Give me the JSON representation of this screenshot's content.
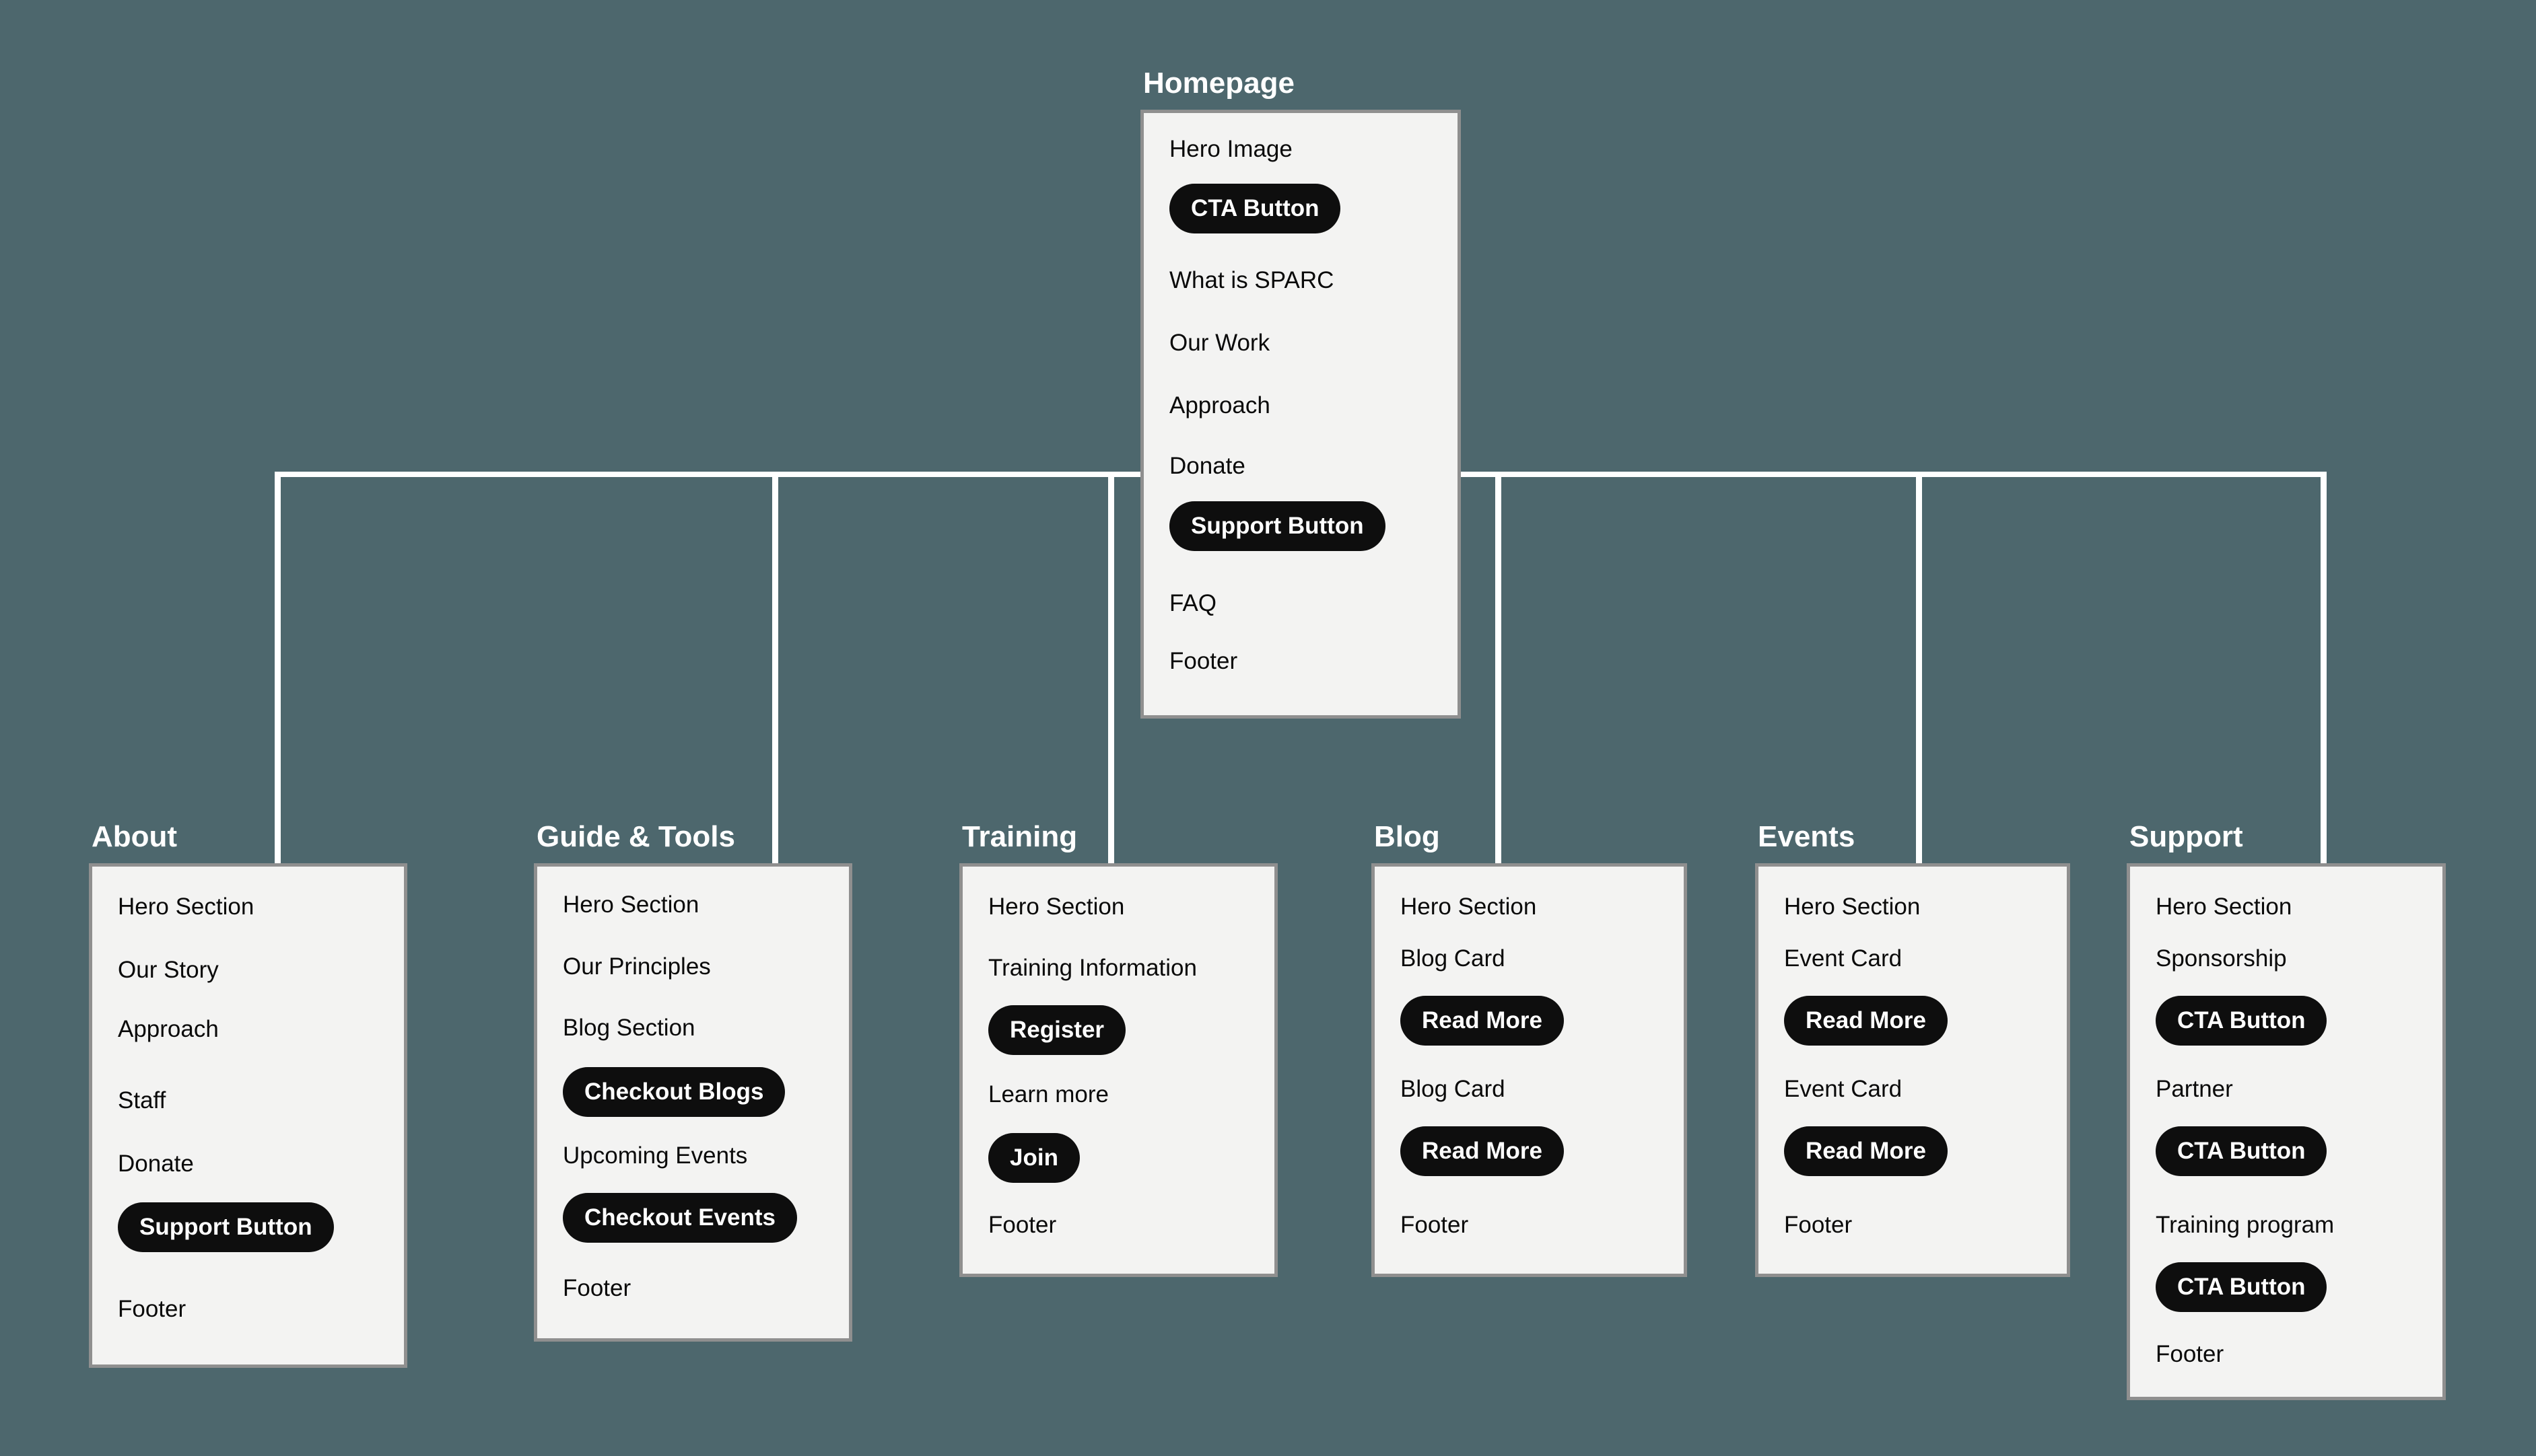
{
  "theme": {
    "background": "#4D676D",
    "connector_color": "#FFFFFF",
    "box_fill": "#F3F3F2",
    "box_border": "#8F8F8F",
    "pill_fill": "#0E0E0E",
    "pill_text": "#FFFFFF",
    "title_text": "#FFFFFF",
    "item_text": "#0A0A0A"
  },
  "sitemap": {
    "pages": [
      {
        "id": "homepage",
        "title": "Homepage",
        "items": [
          {
            "type": "section",
            "label": "Hero Image"
          },
          {
            "type": "button",
            "label": "CTA Button"
          },
          {
            "type": "section",
            "label": "What is SPARC"
          },
          {
            "type": "section",
            "label": "Our Work"
          },
          {
            "type": "section",
            "label": "Approach"
          },
          {
            "type": "section",
            "label": "Donate"
          },
          {
            "type": "button",
            "label": "Support Button"
          },
          {
            "type": "section",
            "label": "FAQ"
          },
          {
            "type": "section",
            "label": "Footer"
          }
        ]
      },
      {
        "id": "about",
        "title": "About",
        "items": [
          {
            "type": "section",
            "label": "Hero Section"
          },
          {
            "type": "section",
            "label": "Our Story"
          },
          {
            "type": "section",
            "label": "Approach"
          },
          {
            "type": "section",
            "label": "Staff"
          },
          {
            "type": "section",
            "label": "Donate"
          },
          {
            "type": "button",
            "label": "Support Button"
          },
          {
            "type": "section",
            "label": "Footer"
          }
        ]
      },
      {
        "id": "guide",
        "title": "Guide & Tools",
        "items": [
          {
            "type": "section",
            "label": "Hero Section"
          },
          {
            "type": "section",
            "label": "Our Principles"
          },
          {
            "type": "section",
            "label": "Blog Section"
          },
          {
            "type": "button",
            "label": "Checkout Blogs"
          },
          {
            "type": "section",
            "label": "Upcoming Events"
          },
          {
            "type": "button",
            "label": "Checkout Events"
          },
          {
            "type": "section",
            "label": "Footer"
          }
        ]
      },
      {
        "id": "training",
        "title": "Training",
        "items": [
          {
            "type": "section",
            "label": "Hero Section"
          },
          {
            "type": "section",
            "label": "Training Information"
          },
          {
            "type": "button",
            "label": "Register"
          },
          {
            "type": "section",
            "label": "Learn more"
          },
          {
            "type": "button",
            "label": "Join"
          },
          {
            "type": "section",
            "label": "Footer"
          }
        ]
      },
      {
        "id": "blog",
        "title": "Blog",
        "items": [
          {
            "type": "section",
            "label": "Hero Section"
          },
          {
            "type": "section",
            "label": "Blog Card"
          },
          {
            "type": "button",
            "label": "Read More"
          },
          {
            "type": "section",
            "label": "Blog Card"
          },
          {
            "type": "button",
            "label": "Read More"
          },
          {
            "type": "section",
            "label": "Footer"
          }
        ]
      },
      {
        "id": "events",
        "title": "Events",
        "items": [
          {
            "type": "section",
            "label": "Hero Section"
          },
          {
            "type": "section",
            "label": "Event Card"
          },
          {
            "type": "button",
            "label": "Read More"
          },
          {
            "type": "section",
            "label": "Event Card"
          },
          {
            "type": "button",
            "label": "Read More"
          },
          {
            "type": "section",
            "label": "Footer"
          }
        ]
      },
      {
        "id": "support",
        "title": "Support",
        "items": [
          {
            "type": "section",
            "label": "Hero Section"
          },
          {
            "type": "section",
            "label": "Sponsorship"
          },
          {
            "type": "button",
            "label": "CTA Button"
          },
          {
            "type": "section",
            "label": "Partner"
          },
          {
            "type": "button",
            "label": "CTA Button"
          },
          {
            "type": "section",
            "label": "Training program"
          },
          {
            "type": "button",
            "label": "CTA Button"
          },
          {
            "type": "section",
            "label": "Footer"
          }
        ]
      }
    ]
  }
}
